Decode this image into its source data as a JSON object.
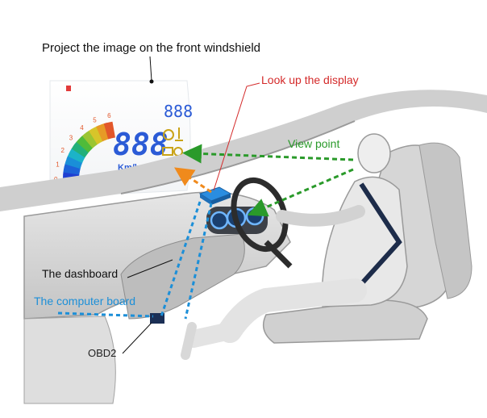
{
  "labels": {
    "project": "Project the image on the front windshield",
    "look_up": "Look up the display",
    "view_point": "View point",
    "dashboard": "The dashboard",
    "computer_board": "The computer board",
    "obd2": "OBD2"
  },
  "hud": {
    "speed_digits": "888",
    "small_digits": "888",
    "unit_text": "Km/h",
    "scale_marks": [
      "0",
      "1",
      "2",
      "3",
      "4",
      "5",
      "6"
    ]
  },
  "colors": {
    "look_up": "#d42a2a",
    "view_point": "#2a9a2a",
    "computer_board": "#1c8fd8",
    "hud_digits": "#2b5bd6",
    "orange_arrow": "#f08a1c",
    "car_body": "#d8d8d8"
  }
}
